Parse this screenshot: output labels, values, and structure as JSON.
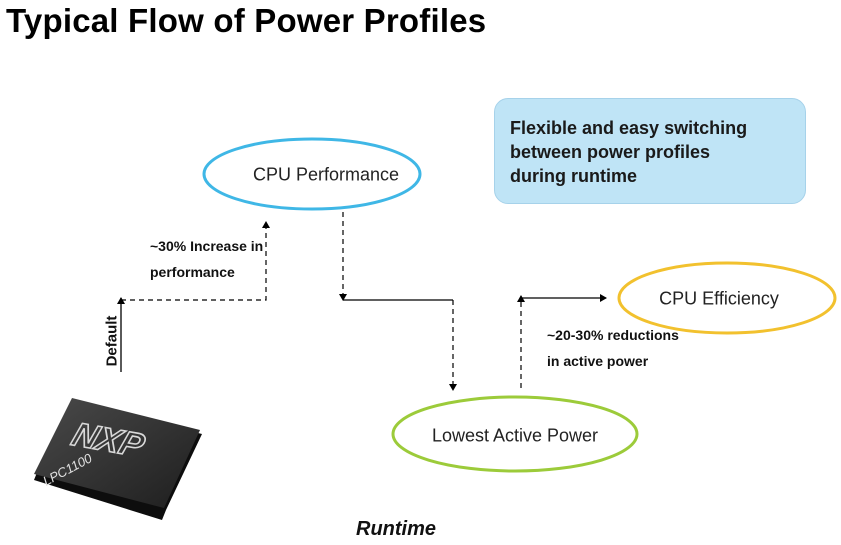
{
  "title": "Typical Flow of Power Profiles",
  "callout": {
    "lines": [
      "Flexible and easy switching",
      "between power profiles",
      "during runtime"
    ]
  },
  "nodes": {
    "cpu_performance": "CPU Performance",
    "cpu_efficiency": "CPU Efficiency",
    "lowest_active_power": "Lowest Active Power"
  },
  "annotations": {
    "performance_increase": [
      "~30% Increase in",
      "performance"
    ],
    "power_reduction": [
      "~20-30% reductions",
      "in active power"
    ],
    "default": "Default",
    "runtime": "Runtime"
  },
  "chip": {
    "brand": "NXP",
    "model": "LPC1100"
  },
  "colors": {
    "cpu_performance_outline": "#3fb7e6",
    "cpu_efficiency_outline": "#f2c12e",
    "lowest_active_power_outline": "#9ccb3a",
    "callout_fill": "#bfe4f6"
  }
}
